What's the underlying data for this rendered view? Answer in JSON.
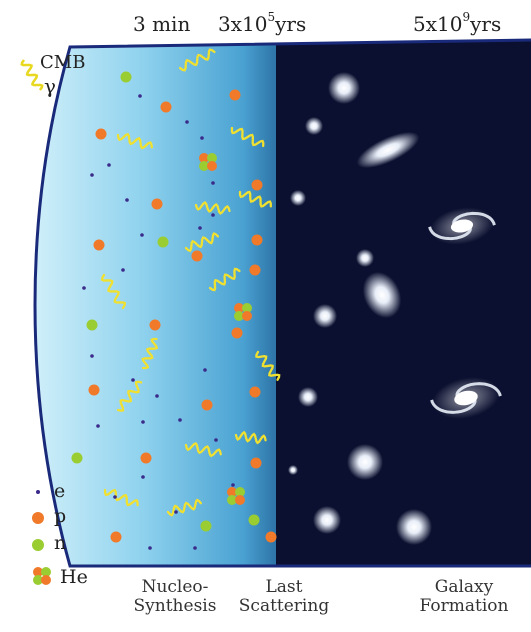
{
  "timeline": {
    "t1": "3 min",
    "t2_base": "3x10",
    "t2_exp": "5",
    "t2_unit": "yrs",
    "t3_base": "5x10",
    "t3_exp": "9",
    "t3_unit": "yrs"
  },
  "cmb_label": "CMB",
  "gamma_label": "γ",
  "legend": {
    "e": "e",
    "p": "p",
    "n": "n",
    "he": "He"
  },
  "captions": {
    "nucleo_1": "Nucleo-",
    "nucleo_2": "Synthesis",
    "last_1": "Last",
    "last_2": "Scattering",
    "galaxy_1": "Galaxy",
    "galaxy_2": "Formation"
  },
  "colors": {
    "proton": "#f07a2a",
    "neutron": "#9acd32",
    "electron": "#3a2a8a",
    "photon": "#f0e030",
    "plasma_light": "#c8ecf8",
    "plasma_dark": "#3a8ac0",
    "space": "#0a0f2a",
    "border": "#1a2a7a"
  }
}
